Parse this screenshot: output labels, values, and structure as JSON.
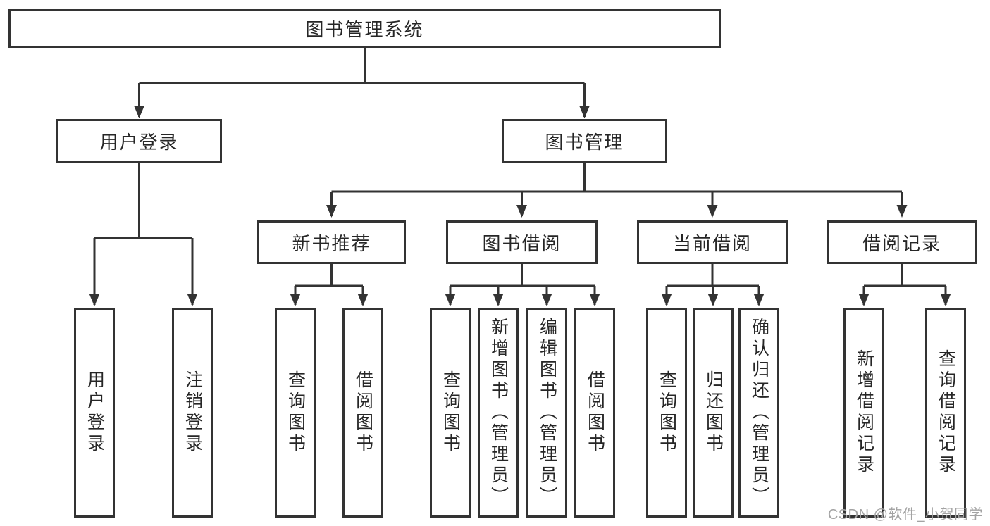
{
  "diagram": {
    "root": {
      "label": "图书管理系统"
    },
    "level2": [
      {
        "label": "用户登录",
        "children": [
          {
            "label": "用户登录"
          },
          {
            "label": "注销登录"
          }
        ]
      },
      {
        "label": "图书管理",
        "children": [
          {
            "label": "新书推荐",
            "children": [
              {
                "label": "查询图书"
              },
              {
                "label": "借阅图书"
              }
            ]
          },
          {
            "label": "图书借阅",
            "children": [
              {
                "label": "查询图书"
              },
              {
                "label": "新增图书（管理员）"
              },
              {
                "label": "编辑图书（管理员）"
              },
              {
                "label": "借阅图书"
              }
            ]
          },
          {
            "label": "当前借阅",
            "children": [
              {
                "label": "查询图书"
              },
              {
                "label": "归还图书"
              },
              {
                "label": "确认归还（管理员）"
              }
            ]
          },
          {
            "label": "借阅记录",
            "children": [
              {
                "label": "新增借阅记录"
              },
              {
                "label": "查询借阅记录"
              }
            ]
          }
        ]
      }
    ]
  },
  "watermark": {
    "text": "CSDN @软件_小贺同学"
  },
  "colors": {
    "line": "#333333",
    "text": "#262626",
    "background": "#ffffff",
    "watermark": "#a3a3a3"
  }
}
